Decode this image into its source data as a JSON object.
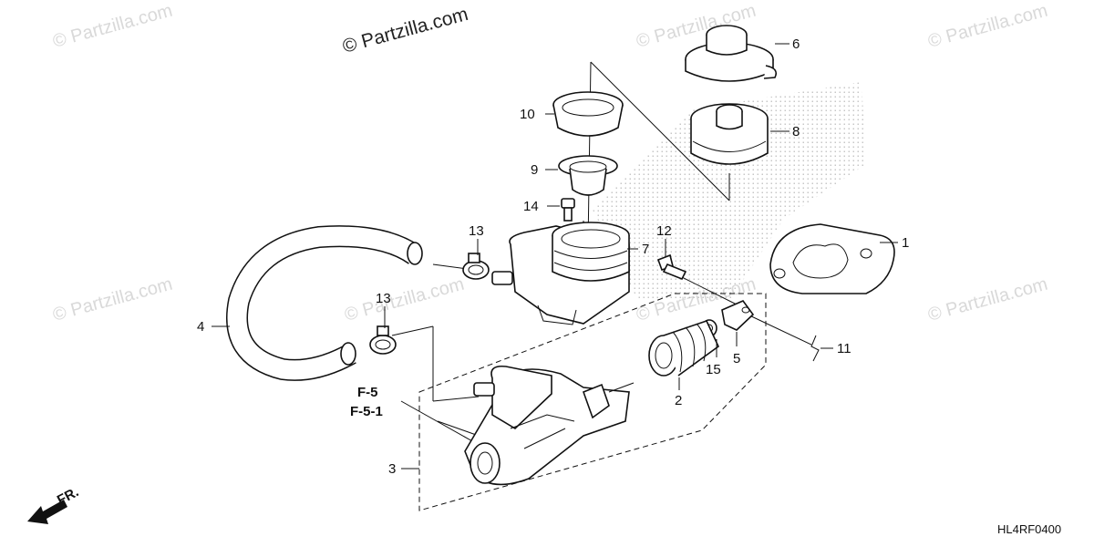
{
  "watermark": {
    "main": "© Partzilla.com",
    "faint": "© Partzilla.com"
  },
  "diagram_code": "HL4RF0400",
  "direction_label": "FR.",
  "references": [
    "F-5",
    "F-5-1"
  ],
  "callouts": {
    "p1": "1",
    "p2": "2",
    "p3": "3",
    "p4": "4",
    "p5": "5",
    "p6": "6",
    "p7": "7",
    "p8": "8",
    "p9": "9",
    "p10": "10",
    "p11": "11",
    "p12": "12",
    "p13a": "13",
    "p13b": "13",
    "p14": "14",
    "p15": "15"
  }
}
